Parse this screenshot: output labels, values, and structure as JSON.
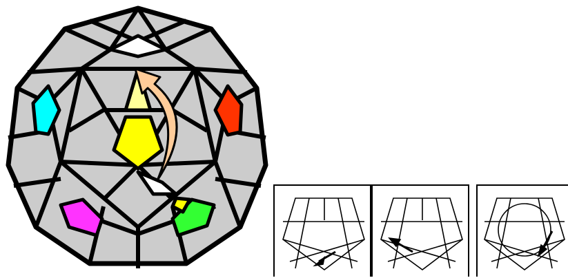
{
  "diagram": {
    "puzzle": "megaminx",
    "sticker_colors": {
      "base": "#cccccc",
      "line": "#000000",
      "yellow": "#ffff00",
      "light_yellow": "#ffff99",
      "cyan": "#00ffff",
      "red": "#ff3300",
      "magenta": "#ff33ff",
      "green": "#33ff33",
      "white": "#ffffff",
      "arrow": "#ffcc99"
    },
    "highlighted_stickers": [
      {
        "name": "cyan-sticker",
        "color": "cyan"
      },
      {
        "name": "red-sticker",
        "color": "red"
      },
      {
        "name": "magenta-sticker",
        "color": "magenta"
      },
      {
        "name": "green-sticker",
        "color": "green"
      },
      {
        "name": "center-yellow",
        "color": "yellow"
      },
      {
        "name": "top-light-yellow",
        "color": "light_yellow"
      },
      {
        "name": "bottom-white",
        "color": "white"
      },
      {
        "name": "bottom-yellow",
        "color": "yellow"
      }
    ],
    "main_arrow_icon": "curved-arrow-icon",
    "steps": [
      {
        "icon": "pentagram-arrow-down-right-icon"
      },
      {
        "icon": "pentagram-arrow-left-icon"
      },
      {
        "icon": "pentagram-circle-arrow-icon"
      }
    ]
  }
}
